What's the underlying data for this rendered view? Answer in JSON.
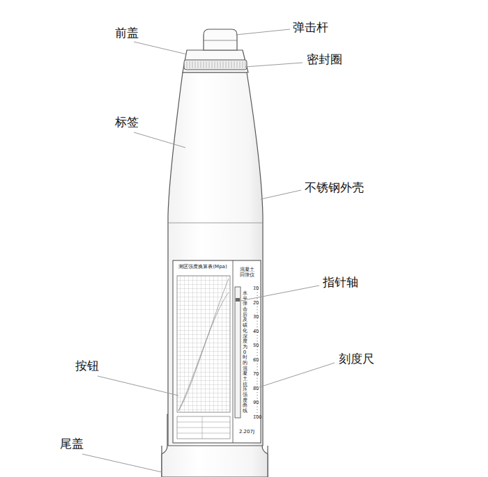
{
  "diagram": {
    "labels": [
      "前盖",
      "弹击杆",
      "密封圈",
      "标签",
      "不锈钢外壳",
      "指针轴",
      "刻度尺",
      "按钮",
      "尾盖",
      "测区强度换算表(Mpa)",
      "混凝土 回弹仪",
      "水平弹击后及碳化深度为0时的混凝土抗压强度曲线",
      "10",
      "20",
      "30",
      "40",
      "50",
      "60",
      "70",
      "80",
      "90",
      "100",
      "2.207J"
    ]
  }
}
